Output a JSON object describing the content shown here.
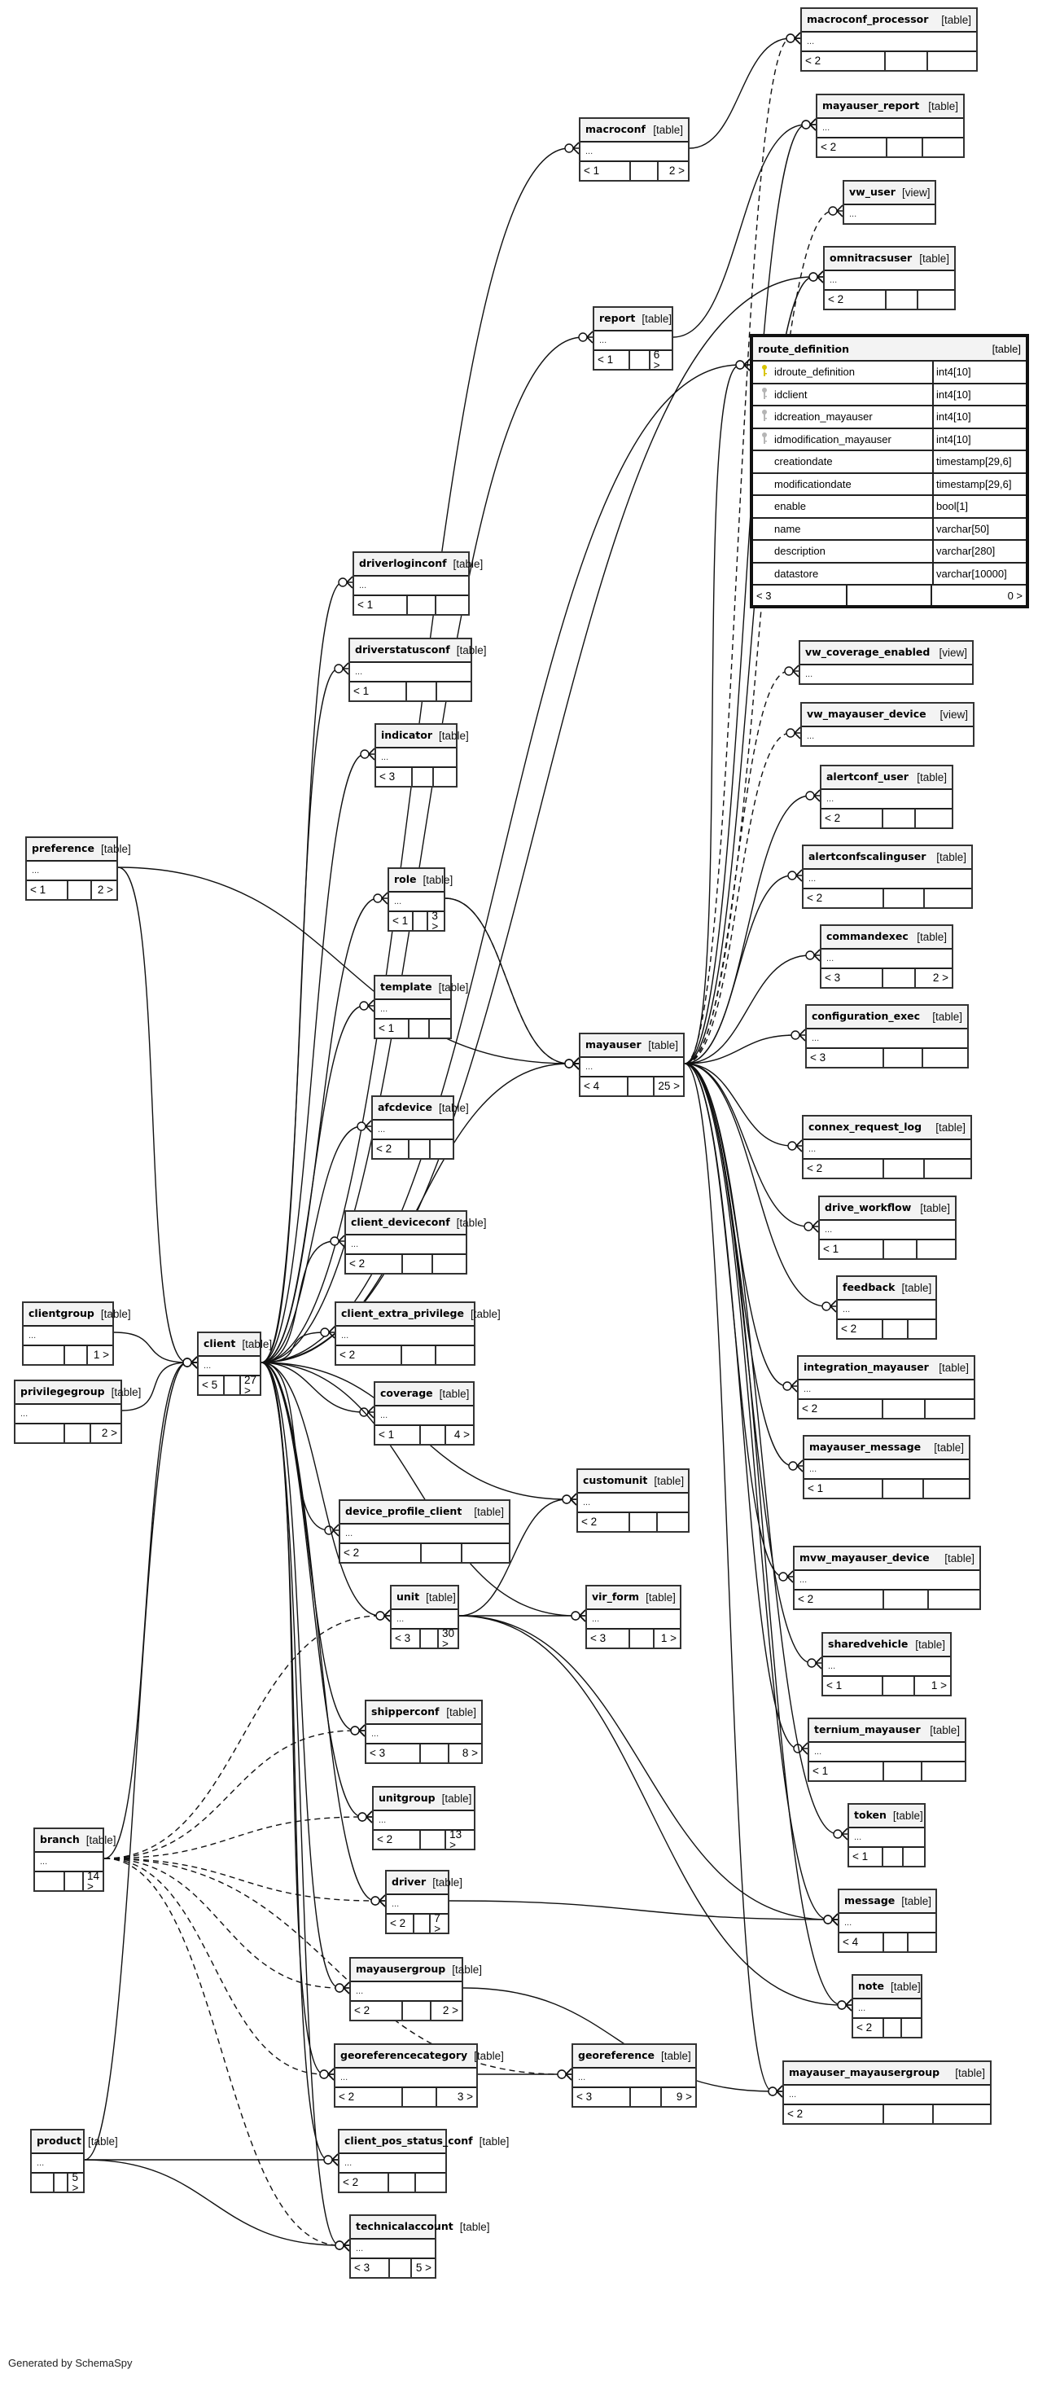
{
  "footer": "Generated by SchemaSpy",
  "ellipsis": "...",
  "route_definition": {
    "name": "route_definition",
    "kind": "[table]",
    "columns": [
      {
        "name": "idroute_definition",
        "type": "int4[10]",
        "key": "primary"
      },
      {
        "name": "idclient",
        "type": "int4[10]",
        "key": "foreign"
      },
      {
        "name": "idcreation_mayauser",
        "type": "int4[10]",
        "key": "foreign"
      },
      {
        "name": "idmodification_mayauser",
        "type": "int4[10]",
        "key": "foreign"
      },
      {
        "name": "creationdate",
        "type": "timestamp[29,6]",
        "key": ""
      },
      {
        "name": "modificationdate",
        "type": "timestamp[29,6]",
        "key": ""
      },
      {
        "name": "enable",
        "type": "bool[1]",
        "key": ""
      },
      {
        "name": "name",
        "type": "varchar[50]",
        "key": ""
      },
      {
        "name": "description",
        "type": "varchar[280]",
        "key": ""
      },
      {
        "name": "datastore",
        "type": "varchar[10000]",
        "key": ""
      }
    ],
    "parents": "< 3",
    "children": "0 >"
  },
  "tables": [
    {
      "id": "macroconf_processor",
      "name": "macroconf_processor",
      "kind": "[table]",
      "parents": "< 2",
      "children": ""
    },
    {
      "id": "macroconf",
      "name": "macroconf",
      "kind": "[table]",
      "parents": "< 1",
      "children": "2 >"
    },
    {
      "id": "mayauser_report",
      "name": "mayauser_report",
      "kind": "[table]",
      "parents": "< 2",
      "children": ""
    },
    {
      "id": "vw_user",
      "name": "vw_user",
      "kind": "[view]",
      "view": true
    },
    {
      "id": "omnitracsuser",
      "name": "omnitracsuser",
      "kind": "[table]",
      "parents": "< 2",
      "children": ""
    },
    {
      "id": "report",
      "name": "report",
      "kind": "[table]",
      "parents": "< 1",
      "children": "6 >"
    },
    {
      "id": "driverloginconf",
      "name": "driverloginconf",
      "kind": "[table]",
      "parents": "< 1",
      "children": ""
    },
    {
      "id": "driverstatusconf",
      "name": "driverstatusconf",
      "kind": "[table]",
      "parents": "< 1",
      "children": ""
    },
    {
      "id": "indicator",
      "name": "indicator",
      "kind": "[table]",
      "parents": "< 3",
      "children": ""
    },
    {
      "id": "preference",
      "name": "preference",
      "kind": "[table]",
      "parents": "< 1",
      "children": "2 >"
    },
    {
      "id": "role",
      "name": "role",
      "kind": "[table]",
      "parents": "< 1",
      "children": "3 >"
    },
    {
      "id": "template",
      "name": "template",
      "kind": "[table]",
      "parents": "< 1",
      "children": ""
    },
    {
      "id": "mayauser",
      "name": "mayauser",
      "kind": "[table]",
      "parents": "< 4",
      "children": "25 >"
    },
    {
      "id": "afcdevice",
      "name": "afcdevice",
      "kind": "[table]",
      "parents": "< 2",
      "children": ""
    },
    {
      "id": "client_deviceconf",
      "name": "client_deviceconf",
      "kind": "[table]",
      "parents": "< 2",
      "children": ""
    },
    {
      "id": "clientgroup",
      "name": "clientgroup",
      "kind": "[table]",
      "parents": "",
      "children": "1 >"
    },
    {
      "id": "client",
      "name": "client",
      "kind": "[table]",
      "parents": "< 5",
      "children": "27 >"
    },
    {
      "id": "client_extra_privilege",
      "name": "client_extra_privilege",
      "kind": "[table]",
      "parents": "< 2",
      "children": ""
    },
    {
      "id": "privilegegroup",
      "name": "privilegegroup",
      "kind": "[table]",
      "parents": "",
      "children": "2 >"
    },
    {
      "id": "coverage",
      "name": "coverage",
      "kind": "[table]",
      "parents": "< 1",
      "children": "4 >"
    },
    {
      "id": "customunit",
      "name": "customunit",
      "kind": "[table]",
      "parents": "< 2",
      "children": ""
    },
    {
      "id": "device_profile_client",
      "name": "device_profile_client",
      "kind": "[table]",
      "parents": "< 2",
      "children": ""
    },
    {
      "id": "unit",
      "name": "unit",
      "kind": "[table]",
      "parents": "< 3",
      "children": "30 >"
    },
    {
      "id": "vir_form",
      "name": "vir_form",
      "kind": "[table]",
      "parents": "< 3",
      "children": "1 >"
    },
    {
      "id": "shipperconf",
      "name": "shipperconf",
      "kind": "[table]",
      "parents": "< 3",
      "children": "8 >"
    },
    {
      "id": "unitgroup",
      "name": "unitgroup",
      "kind": "[table]",
      "parents": "< 2",
      "children": "13 >"
    },
    {
      "id": "branch",
      "name": "branch",
      "kind": "[table]",
      "parents": "",
      "children": "14 >"
    },
    {
      "id": "driver",
      "name": "driver",
      "kind": "[table]",
      "parents": "< 2",
      "children": "7 >"
    },
    {
      "id": "mayausergroup",
      "name": "mayausergroup",
      "kind": "[table]",
      "parents": "< 2",
      "children": "2 >"
    },
    {
      "id": "georeferencecategory",
      "name": "georeferencecategory",
      "kind": "[table]",
      "parents": "< 2",
      "children": "3 >"
    },
    {
      "id": "georeference",
      "name": "georeference",
      "kind": "[table]",
      "parents": "< 3",
      "children": "9 >"
    },
    {
      "id": "product",
      "name": "product",
      "kind": "[table]",
      "parents": "",
      "children": "5 >"
    },
    {
      "id": "client_pos_status_conf",
      "name": "client_pos_status_conf",
      "kind": "[table]",
      "parents": "< 2",
      "children": ""
    },
    {
      "id": "technicalaccount",
      "name": "technicalaccount",
      "kind": "[table]",
      "parents": "< 3",
      "children": "5 >"
    },
    {
      "id": "vw_coverage_enabled",
      "name": "vw_coverage_enabled",
      "kind": "[view]",
      "view": true
    },
    {
      "id": "vw_mayauser_device",
      "name": "vw_mayauser_device",
      "kind": "[view]",
      "view": true
    },
    {
      "id": "alertconf_user",
      "name": "alertconf_user",
      "kind": "[table]",
      "parents": "< 2",
      "children": ""
    },
    {
      "id": "alertconfscalinguser",
      "name": "alertconfscalinguser",
      "kind": "[table]",
      "parents": "< 2",
      "children": ""
    },
    {
      "id": "commandexec",
      "name": "commandexec",
      "kind": "[table]",
      "parents": "< 3",
      "children": "2 >"
    },
    {
      "id": "configuration_exec",
      "name": "configuration_exec",
      "kind": "[table]",
      "parents": "< 3",
      "children": ""
    },
    {
      "id": "connex_request_log",
      "name": "connex_request_log",
      "kind": "[table]",
      "parents": "< 2",
      "children": ""
    },
    {
      "id": "drive_workflow",
      "name": "drive_workflow",
      "kind": "[table]",
      "parents": "< 1",
      "children": ""
    },
    {
      "id": "feedback",
      "name": "feedback",
      "kind": "[table]",
      "parents": "< 2",
      "children": ""
    },
    {
      "id": "integration_mayauser",
      "name": "integration_mayauser",
      "kind": "[table]",
      "parents": "< 2",
      "children": ""
    },
    {
      "id": "mayauser_message",
      "name": "mayauser_message",
      "kind": "[table]",
      "parents": "< 1",
      "children": ""
    },
    {
      "id": "mvw_mayauser_device",
      "name": "mvw_mayauser_device",
      "kind": "[table]",
      "parents": "< 2",
      "children": ""
    },
    {
      "id": "sharedvehicle",
      "name": "sharedvehicle",
      "kind": "[table]",
      "parents": "< 1",
      "children": "1 >"
    },
    {
      "id": "ternium_mayauser",
      "name": "ternium_mayauser",
      "kind": "[table]",
      "parents": "< 1",
      "children": ""
    },
    {
      "id": "token",
      "name": "token",
      "kind": "[table]",
      "parents": "< 1",
      "children": ""
    },
    {
      "id": "message",
      "name": "message",
      "kind": "[table]",
      "parents": "< 4",
      "children": ""
    },
    {
      "id": "note",
      "name": "note",
      "kind": "[table]",
      "parents": "< 2",
      "children": ""
    },
    {
      "id": "mayauser_mayausergroup",
      "name": "mayauser_mayausergroup",
      "kind": "[table]",
      "parents": "< 2",
      "children": ""
    }
  ],
  "relationships": [
    {
      "from": "macroconf",
      "to": "macroconf_processor",
      "style": "solid"
    },
    {
      "from": "mayauser",
      "to": "macroconf_processor",
      "style": "dashed"
    },
    {
      "from": "mayauser",
      "to": "mayauser_report",
      "style": "solid"
    },
    {
      "from": "report",
      "to": "mayauser_report",
      "style": "solid"
    },
    {
      "from": "mayauser",
      "to": "vw_user",
      "style": "dashed"
    },
    {
      "from": "mayauser",
      "to": "omnitracsuser",
      "style": "solid"
    },
    {
      "from": "client",
      "to": "omnitracsuser",
      "style": "solid"
    },
    {
      "from": "client",
      "to": "macroconf",
      "style": "solid"
    },
    {
      "from": "client",
      "to": "report",
      "style": "solid"
    },
    {
      "from": "client",
      "to": "route_definition",
      "style": "solid"
    },
    {
      "from": "mayauser",
      "to": "route_definition",
      "style": "solid"
    },
    {
      "from": "client",
      "to": "driverloginconf",
      "style": "solid"
    },
    {
      "from": "client",
      "to": "driverstatusconf",
      "style": "solid"
    },
    {
      "from": "client",
      "to": "indicator",
      "style": "solid"
    },
    {
      "from": "preference",
      "to": "mayauser",
      "style": "solid"
    },
    {
      "from": "preference",
      "to": "client",
      "style": "solid"
    },
    {
      "from": "client",
      "to": "role",
      "style": "solid"
    },
    {
      "from": "role",
      "to": "mayauser",
      "style": "solid"
    },
    {
      "from": "role",
      "to": "mayauser",
      "style": "dashed"
    },
    {
      "from": "client",
      "to": "template",
      "style": "solid"
    },
    {
      "from": "client",
      "to": "mayauser",
      "style": "solid"
    },
    {
      "from": "client",
      "to": "afcdevice",
      "style": "solid"
    },
    {
      "from": "client",
      "to": "client_deviceconf",
      "style": "solid"
    },
    {
      "from": "clientgroup",
      "to": "client",
      "style": "solid"
    },
    {
      "from": "privilegegroup",
      "to": "client",
      "style": "solid"
    },
    {
      "from": "client",
      "to": "client_extra_privilege",
      "style": "solid"
    },
    {
      "from": "client",
      "to": "coverage",
      "style": "solid"
    },
    {
      "from": "client",
      "to": "customunit",
      "style": "solid"
    },
    {
      "from": "unit",
      "to": "customunit",
      "style": "solid"
    },
    {
      "from": "client",
      "to": "device_profile_client",
      "style": "solid"
    },
    {
      "from": "client",
      "to": "unit",
      "style": "solid"
    },
    {
      "from": "unit",
      "to": "vir_form",
      "style": "solid"
    },
    {
      "from": "client",
      "to": "vir_form",
      "style": "solid"
    },
    {
      "from": "client",
      "to": "shipperconf",
      "style": "solid"
    },
    {
      "from": "client",
      "to": "unitgroup",
      "style": "solid"
    },
    {
      "from": "client",
      "to": "driver",
      "style": "solid"
    },
    {
      "from": "driver",
      "to": "message",
      "style": "solid"
    },
    {
      "from": "client",
      "to": "mayausergroup",
      "style": "solid"
    },
    {
      "from": "mayausergroup",
      "to": "mayauser_mayausergroup",
      "style": "solid"
    },
    {
      "from": "client",
      "to": "georeferencecategory",
      "style": "solid"
    },
    {
      "from": "georeferencecategory",
      "to": "georeference",
      "style": "solid"
    },
    {
      "from": "client",
      "to": "client_pos_status_conf",
      "style": "solid"
    },
    {
      "from": "client",
      "to": "technicalaccount",
      "style": "solid"
    },
    {
      "from": "product",
      "to": "client_pos_status_conf",
      "style": "solid"
    },
    {
      "from": "product",
      "to": "technicalaccount",
      "style": "solid"
    },
    {
      "from": "product",
      "to": "client",
      "style": "solid"
    },
    {
      "from": "branch",
      "to": "client",
      "style": "solid"
    },
    {
      "from": "branch",
      "to": "unit",
      "style": "dashed"
    },
    {
      "from": "branch",
      "to": "shipperconf",
      "style": "dashed"
    },
    {
      "from": "branch",
      "to": "unitgroup",
      "style": "dashed"
    },
    {
      "from": "branch",
      "to": "driver",
      "style": "dashed"
    },
    {
      "from": "branch",
      "to": "mayausergroup",
      "style": "dashed"
    },
    {
      "from": "branch",
      "to": "georeferencecategory",
      "style": "dashed"
    },
    {
      "from": "branch",
      "to": "georeference",
      "style": "dashed"
    },
    {
      "from": "branch",
      "to": "technicalaccount",
      "style": "dashed"
    },
    {
      "from": "unit",
      "to": "message",
      "style": "solid"
    },
    {
      "from": "unit",
      "to": "note",
      "style": "solid"
    },
    {
      "from": "mayauser",
      "to": "vw_coverage_enabled",
      "style": "dashed"
    },
    {
      "from": "mayauser",
      "to": "vw_mayauser_device",
      "style": "dashed"
    },
    {
      "from": "mayauser",
      "to": "alertconf_user",
      "style": "solid"
    },
    {
      "from": "mayauser",
      "to": "alertconfscalinguser",
      "style": "solid"
    },
    {
      "from": "mayauser",
      "to": "commandexec",
      "style": "solid"
    },
    {
      "from": "mayauser",
      "to": "configuration_exec",
      "style": "solid"
    },
    {
      "from": "mayauser",
      "to": "connex_request_log",
      "style": "solid"
    },
    {
      "from": "mayauser",
      "to": "drive_workflow",
      "style": "solid"
    },
    {
      "from": "mayauser",
      "to": "feedback",
      "style": "solid"
    },
    {
      "from": "mayauser",
      "to": "integration_mayauser",
      "style": "solid"
    },
    {
      "from": "mayauser",
      "to": "mayauser_message",
      "style": "solid"
    },
    {
      "from": "mayauser",
      "to": "mvw_mayauser_device",
      "style": "solid"
    },
    {
      "from": "mayauser",
      "to": "sharedvehicle",
      "style": "solid"
    },
    {
      "from": "mayauser",
      "to": "ternium_mayauser",
      "style": "solid"
    },
    {
      "from": "mayauser",
      "to": "token",
      "style": "solid"
    },
    {
      "from": "mayauser",
      "to": "message",
      "style": "solid"
    },
    {
      "from": "mayauser",
      "to": "note",
      "style": "solid"
    },
    {
      "from": "mayauser",
      "to": "mayauser_mayausergroup",
      "style": "solid"
    }
  ]
}
